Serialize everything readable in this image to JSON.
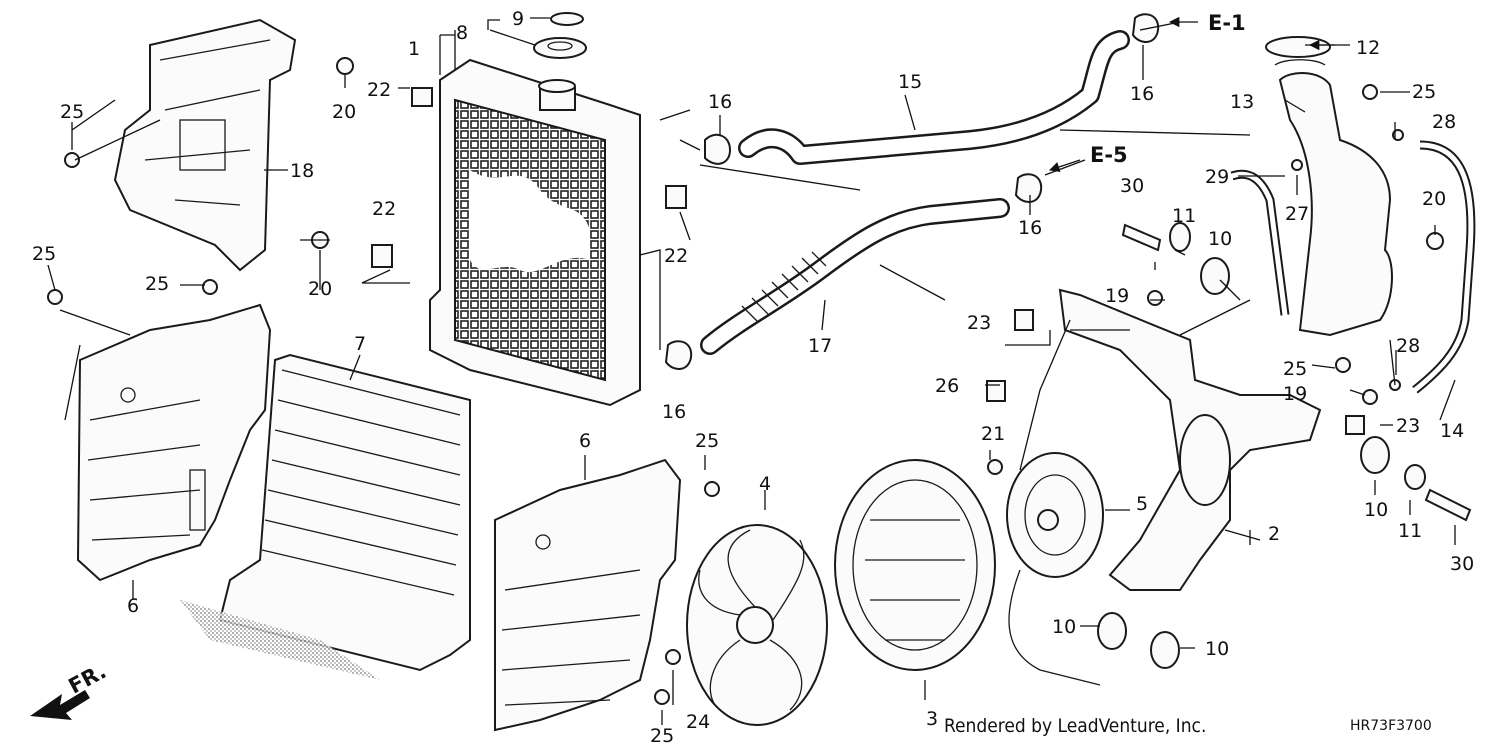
{
  "callouts": [
    "1",
    "2",
    "3",
    "4",
    "5",
    "6",
    "6",
    "7",
    "8",
    "9",
    "10",
    "10",
    "10",
    "10",
    "11",
    "11",
    "12",
    "13",
    "14",
    "15",
    "16",
    "16",
    "16",
    "16",
    "17",
    "18",
    "19",
    "19",
    "20",
    "20",
    "20",
    "21",
    "22",
    "22",
    "22",
    "23",
    "23",
    "24",
    "25",
    "25",
    "25",
    "25",
    "25",
    "25",
    "25",
    "26",
    "27",
    "28",
    "28",
    "29",
    "30",
    "30"
  ],
  "refs": {
    "e1": "E-1",
    "e5": "E-5"
  },
  "direction": "FR.",
  "credit": "Rendered by LeadVenture, Inc.",
  "diagram_code": "HR73F3700"
}
